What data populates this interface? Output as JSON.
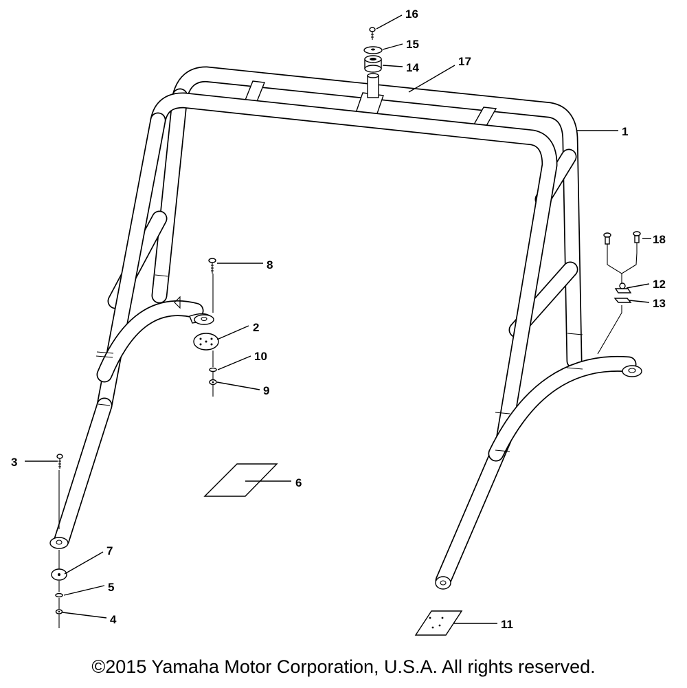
{
  "callouts": [
    "1",
    "2",
    "3",
    "4",
    "5",
    "6",
    "7",
    "8",
    "9",
    "10",
    "11",
    "12",
    "13",
    "14",
    "15",
    "16",
    "17",
    "18"
  ],
  "copyright": "©2015 Yamaha Motor Corporation, U.S.A. All rights reserved."
}
